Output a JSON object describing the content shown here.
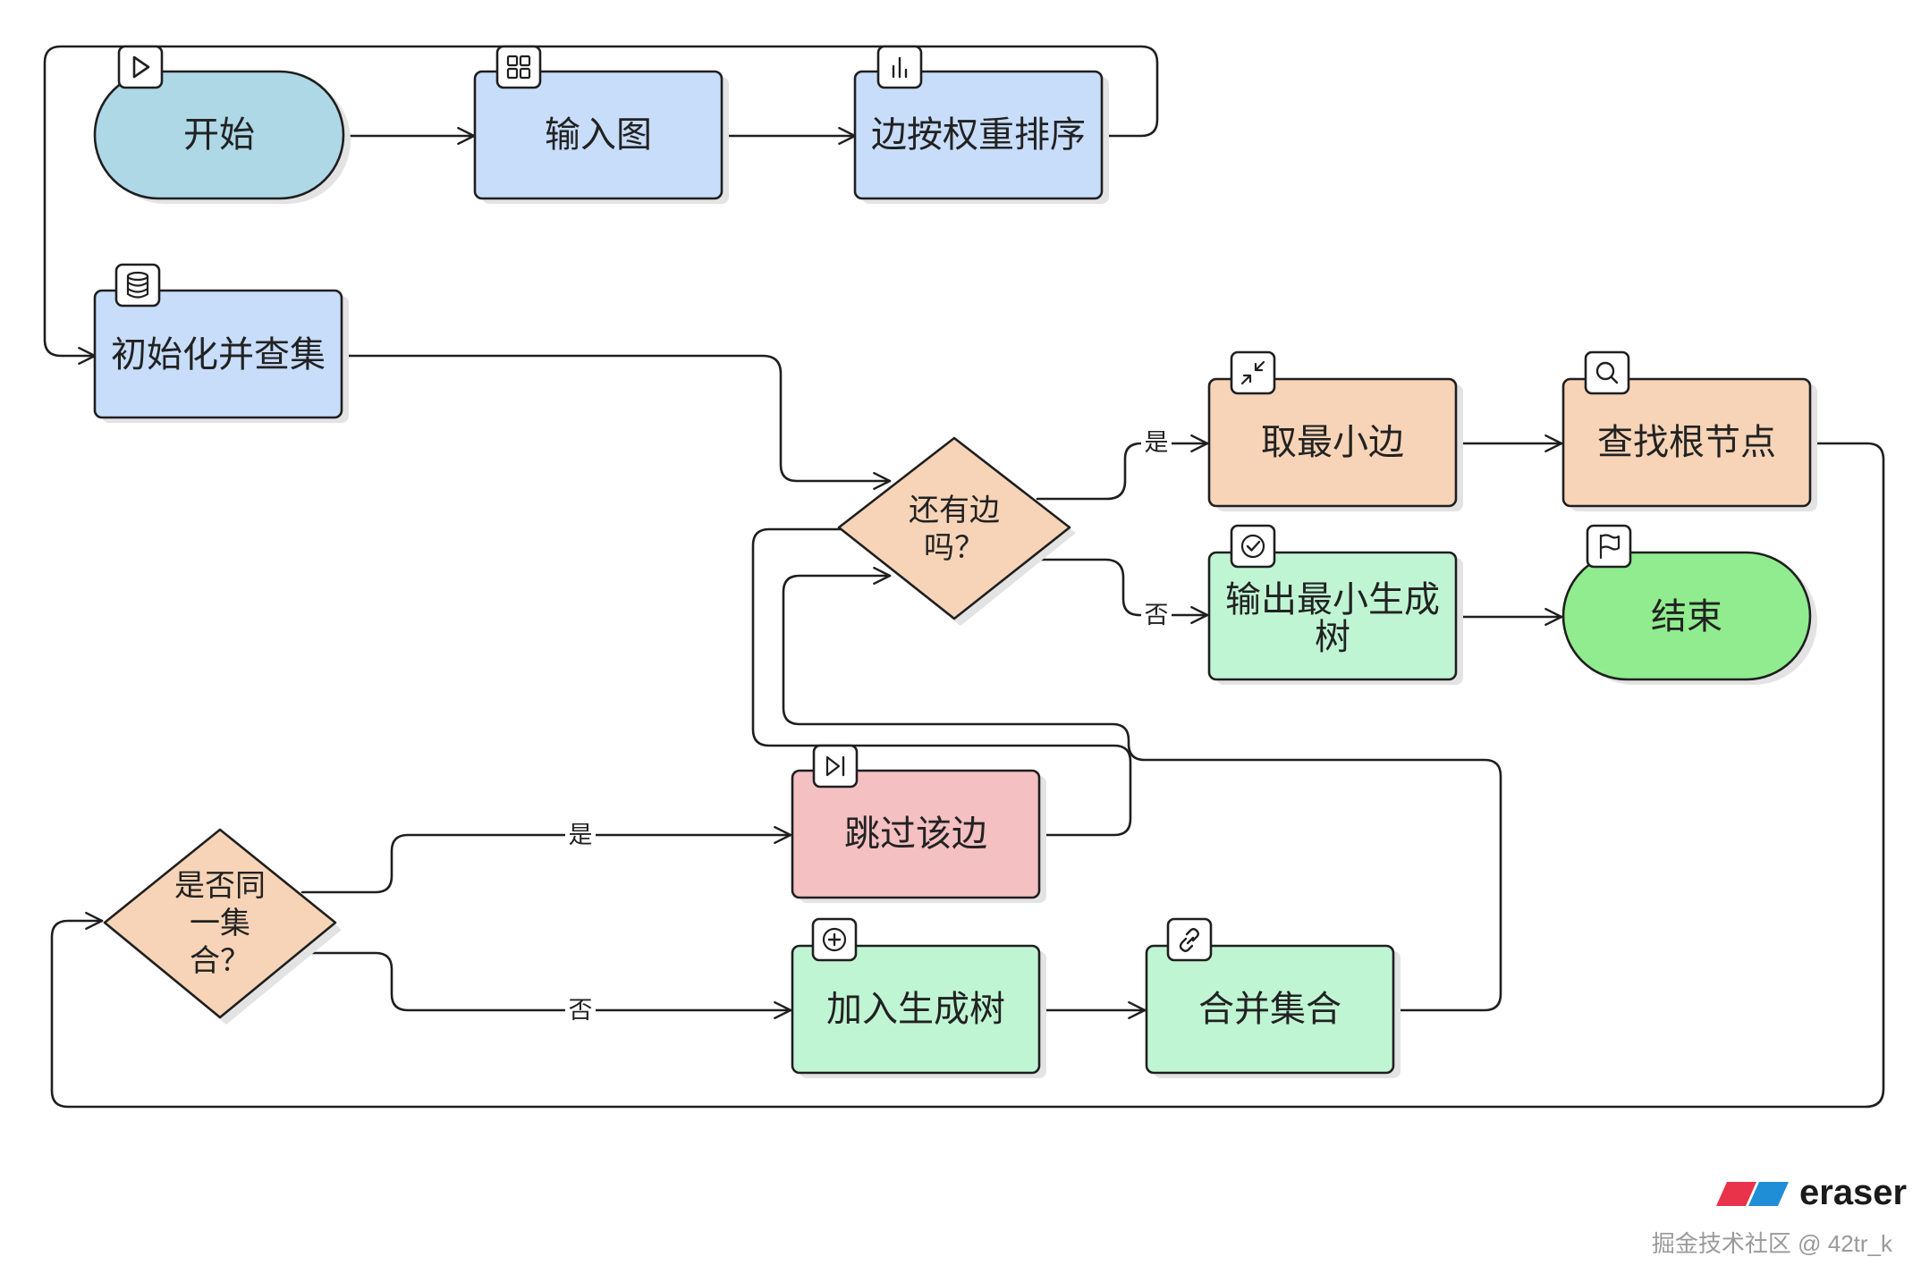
{
  "colors": {
    "stroke": "#1f1f1f",
    "terminal_start": "#aed8e6",
    "process_blue": "#c8ddfa",
    "decision": "#f7d4b7",
    "process_orange": "#f7d4b7",
    "process_green": "#c0f5d4",
    "terminal_end": "#90ec8e",
    "skip_red": "#f4c0c2",
    "shadow": "#e3e3e3"
  },
  "nodes": {
    "start": {
      "label": "开始",
      "icon": "play-icon"
    },
    "input": {
      "label": "输入图",
      "icon": "grid-icon"
    },
    "sort": {
      "label": "边按权重排序",
      "icon": "bar-chart-icon"
    },
    "init": {
      "label": "初始化并查集",
      "icon": "database-icon"
    },
    "has_edge": {
      "line1": "还有边",
      "line2": "吗？"
    },
    "take_min": {
      "label": "取最小边",
      "icon": "minimize-icon"
    },
    "find_root": {
      "label": "查找根节点",
      "icon": "search-icon"
    },
    "output": {
      "line1": "输出最小生成",
      "line2": "树",
      "icon": "check-circle-icon"
    },
    "end": {
      "label": "结束",
      "icon": "flag-icon"
    },
    "same_set": {
      "line1": "是否同",
      "line2": "一集",
      "line3": "合？"
    },
    "skip": {
      "label": "跳过该边",
      "icon": "skip-forward-icon"
    },
    "add_tree": {
      "label": "加入生成树",
      "icon": "plus-circle-icon"
    },
    "merge": {
      "label": "合并集合",
      "icon": "link-icon"
    }
  },
  "edges": {
    "yes_label": "是",
    "no_label": "否"
  },
  "watermark": {
    "brand": "eraser",
    "credit": "掘金技术社区 @ 42tr_k"
  }
}
